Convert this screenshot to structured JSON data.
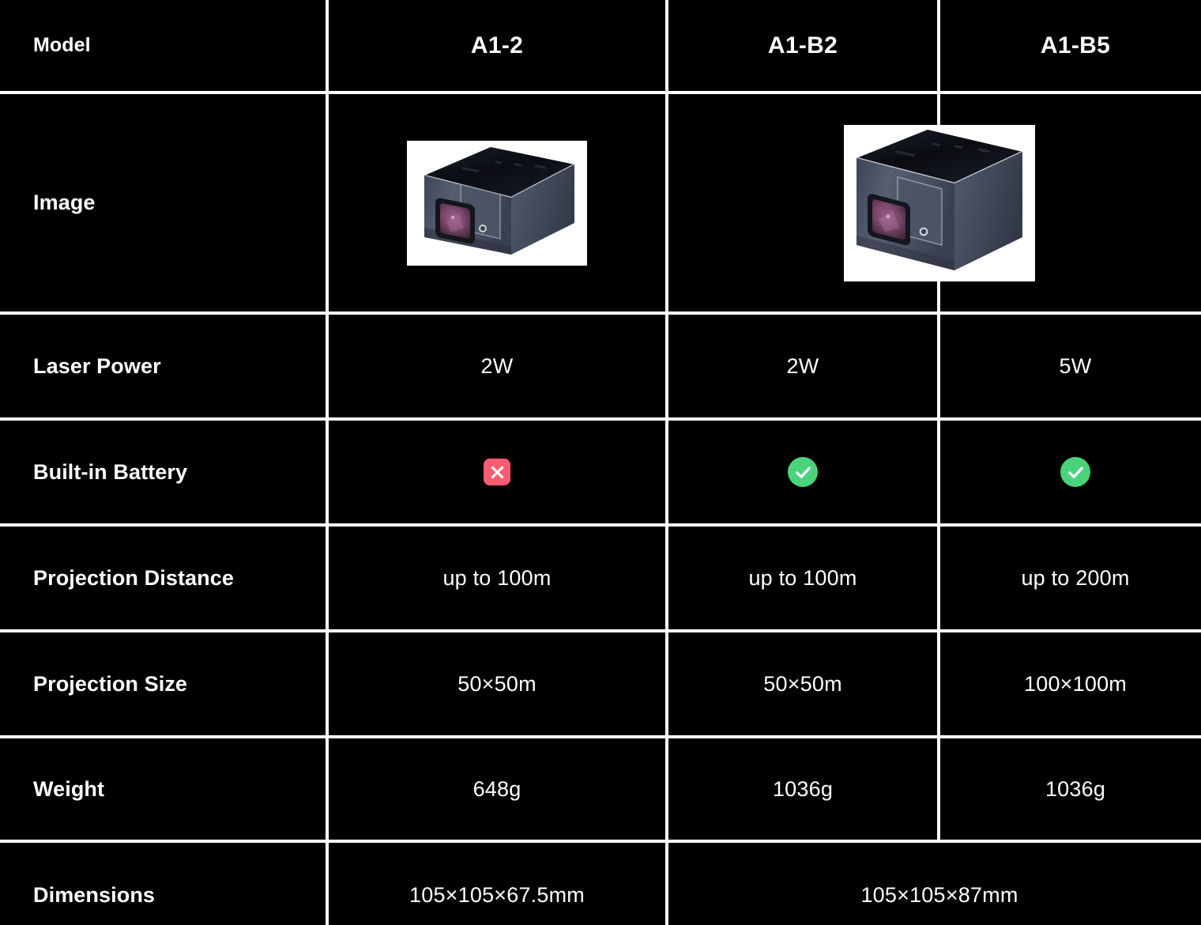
{
  "table": {
    "columns": [
      "Model",
      "A1-2",
      "A1-B2",
      "A1-B5"
    ],
    "header": {
      "label": "Model",
      "model_1": "A1-2",
      "model_2": "A1-B2",
      "model_3": "A1-B5"
    },
    "rows": [
      {
        "label": "Image",
        "type": "image",
        "values": [
          "projector-cube-small",
          "projector-cube-large"
        ]
      },
      {
        "label": "Laser Power",
        "type": "text",
        "values": [
          "2W",
          "2W",
          "5W"
        ]
      },
      {
        "label": "Built-in Battery",
        "type": "icon",
        "values": [
          "cross",
          "check",
          "check"
        ]
      },
      {
        "label": "Projection Distance",
        "type": "text",
        "values": [
          "up to 100m",
          "up to 100m",
          "up to 200m"
        ]
      },
      {
        "label": "Projection Size",
        "type": "text",
        "values": [
          "50×50m",
          "50×50m",
          "100×100m"
        ]
      },
      {
        "label": "Weight",
        "type": "text",
        "values": [
          "648g",
          "1036g",
          "1036g"
        ]
      },
      {
        "label": "Dimensions",
        "type": "text-merged",
        "values": [
          "105×105×67.5mm",
          "105×105×87mm"
        ]
      }
    ]
  },
  "colors": {
    "background": "#000000",
    "grid_line": "#ffffff",
    "text": "#ffffff",
    "cross_badge": "#fc5c72",
    "check_badge": "#4bd37b",
    "product_body": "#4a5164",
    "product_top": "#0d0f16",
    "product_lens": "#7d4a6e"
  },
  "icons": {
    "cross": "cross-icon",
    "check": "check-icon"
  }
}
